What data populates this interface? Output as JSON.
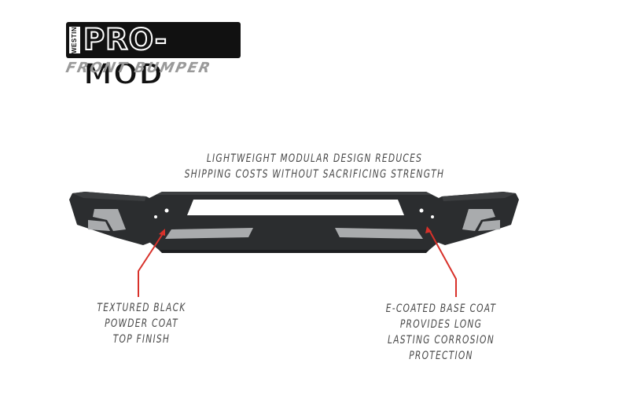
{
  "logo": {
    "brand": "WESTIN",
    "title": "PRO-MOD",
    "subtitle": "FRONT BUMPER"
  },
  "callouts": {
    "top": [
      "LIGHTWEIGHT MODULAR DESIGN REDUCES",
      "SHIPPING COSTS WITHOUT SACRIFICING STRENGTH"
    ],
    "left": [
      "TEXTURED BLACK",
      "POWDER COAT",
      "TOP FINISH"
    ],
    "right": [
      "E-COATED BASE COAT",
      "PROVIDES LONG",
      "LASTING CORROSION",
      "PROTECTION"
    ]
  },
  "colors": {
    "background": "#ffffff",
    "bumper": "#2b2d2f",
    "skid_plate": "#a9abad",
    "arrow": "#d8312a",
    "text": "#4a4a4a",
    "logo_sub": "#9a9a9a"
  },
  "product_image": {
    "name": "front-bumper"
  }
}
